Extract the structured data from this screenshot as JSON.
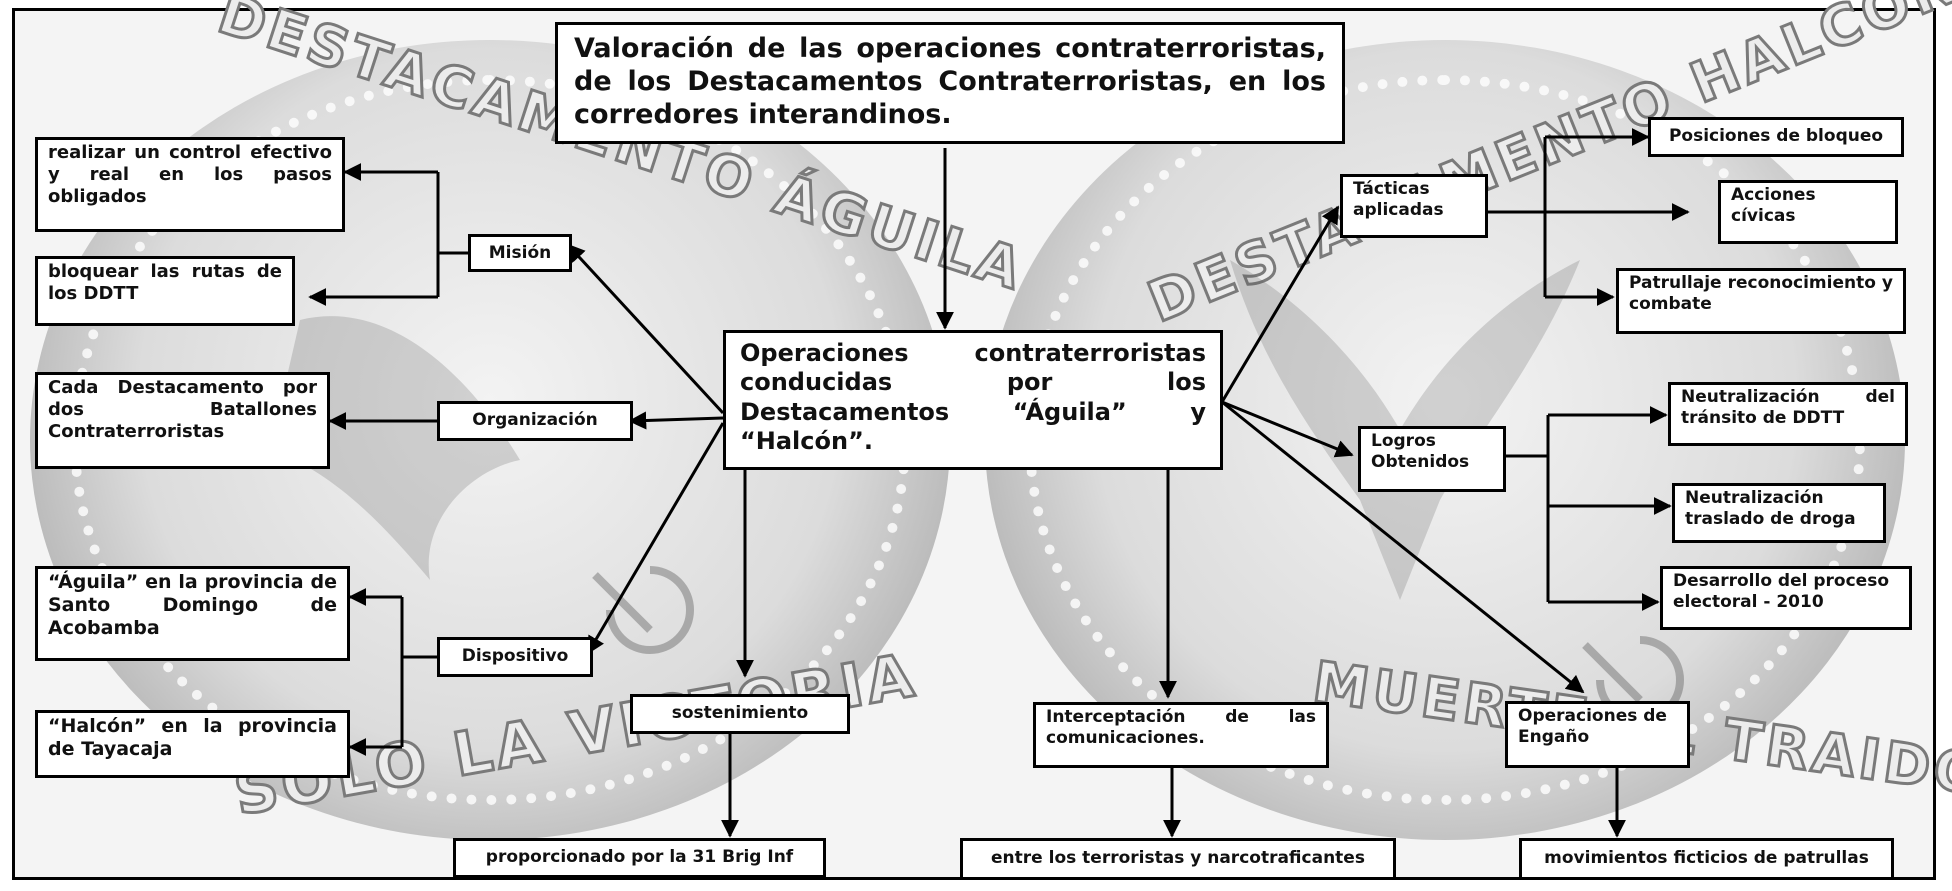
{
  "watermarks": {
    "left_top": "DESTACAMENTO ÁGUILA",
    "left_bottom": "SÓLO LA VICTORIA",
    "right_top": "DESTACAMENTO HALCÓN",
    "right_bottom": "MUERTE AL TRAIDOR"
  },
  "title": "Valoración de las operaciones contraterroristas, de los Destacamentos Contraterroristas, en los corredores interandinos.",
  "center": "Operaciones contraterroristas conducidas por los Destacamentos “Águila” y “Halcón”.",
  "left": {
    "mision": "Misión",
    "mision_1": "realizar un control efectivo y real en los pasos obligados",
    "mision_2": "bloquear las rutas de los DDTT",
    "organizacion": "Organización",
    "organizacion_1": "Cada Destacamento por dos Batallones Contraterroristas",
    "dispositivo": "Dispositivo",
    "dispositivo_1": "“Águila” en la provincia de Santo Domingo de Acobamba",
    "dispositivo_2": "“Halcón” en la provincia de Tayacaja"
  },
  "bottom": {
    "sostenimiento": "sostenimiento",
    "sostenimiento_1": "proporcionado por la 31 Brig Inf",
    "intercepcion": "Interceptación de las comunicaciones.",
    "intercepcion_1": "entre los terroristas y narcotraficantes"
  },
  "right": {
    "tacticas": "Tácticas aplicadas",
    "tacticas_1": "Posiciones de bloqueo",
    "tacticas_2": "Acciones cívicas",
    "tacticas_3": "Patrullaje reconocimiento y combate",
    "logros": "Logros Obtenidos",
    "logros_1": "Neutralización del tránsito de DDTT",
    "logros_2": "Neutralización traslado de droga",
    "logros_3": "Desarrollo del proceso electoral - 2010",
    "engano": "Operaciones de Engaño",
    "engano_1": "movimientos ficticios de patrullas"
  }
}
